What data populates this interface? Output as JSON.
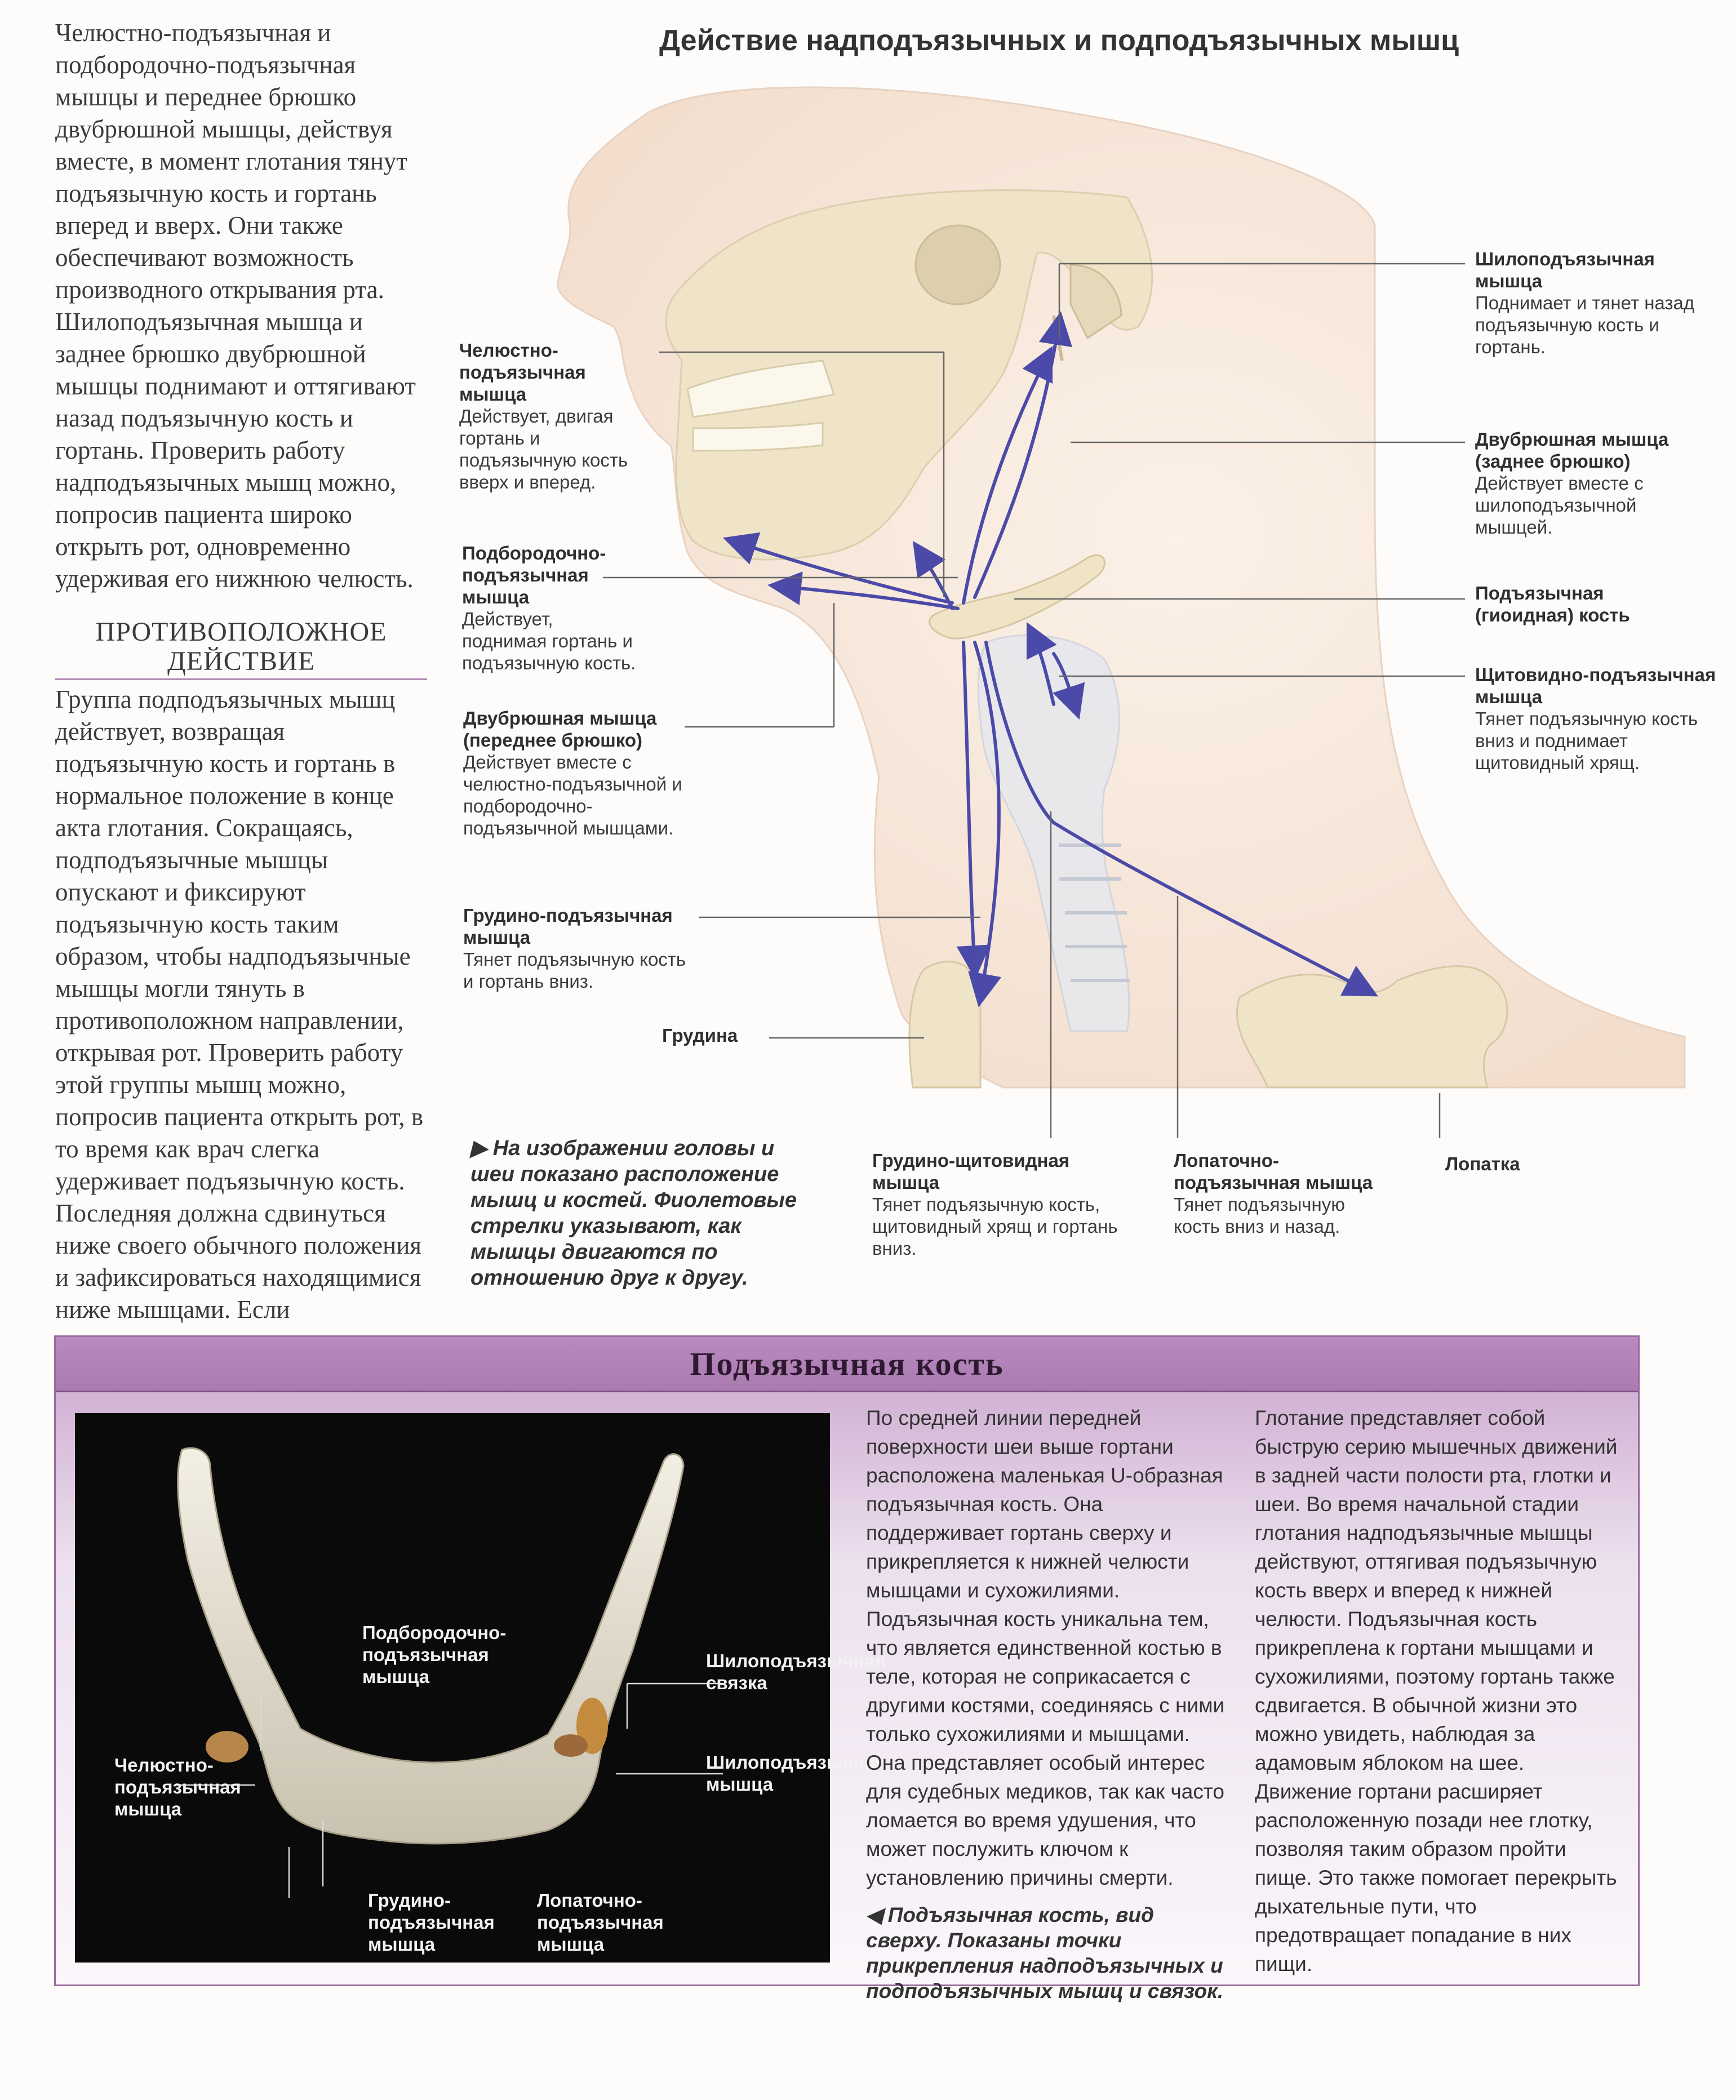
{
  "left_text": {
    "paragraph1": "Челюстно-подъязычная и подбородочно-подъязычная мышцы и переднее брюшко двубрюшной мышцы, действуя вместе, в момент глотания тянут подъязычную кость и гортань вперед и вверх. Они также обеспечивают возможность производного открывания рта. Шилоподъязычная мышца и заднее брюшко двубрюшной мышцы поднимают и оттягивают назад подъязычную кость и гортань. Проверить работу надподъязычных мышц можно, попросив пациента широко открыть рот, одновременно удерживая его нижнюю челюсть.",
    "heading": "ПРОТИВОПОЛОЖНОЕ ДЕЙСТВИЕ",
    "paragraph2": "Группа подподъязычных мышц действует, возвращая подъязычную кость и гортань в нормальное положение в конце акта глотания. Сокращаясь, подподъязычные мышцы опускают и фиксируют подъязычную кость таким образом, чтобы надподъязычные мышцы могли тянуть в противоположном направлении, открывая рот. Проверить работу этой группы мышц можно, попросив пациента открыть рот, в то время как врач слегка удерживает подъязычную кость. Последняя должна сдвинуться ниже своего обычного положения и зафиксироваться находящимися ниже мышцами. Если подподъязычные мышцы ослаблены, подъязычная кость поднимется вверх в результате действия вышележащих мышц, лишенных противодействия."
  },
  "figure": {
    "title": "Действие надподъязычных и подподъязычных мышц",
    "labels": {
      "mylohyoid": {
        "title": "Челюстно-подъязычная мышца",
        "desc": "Действует, двигая гортань и подъязычную кость вверх и вперед."
      },
      "geniohyoid": {
        "title": "Подбородочно-подъязычная мышца",
        "desc": "Действует, поднимая гортань и подъязычную кость."
      },
      "digastric_anterior": {
        "title": "Двубрюшная мышца (переднее брюшко)",
        "desc": "Действует вместе с челюстно-подъязычной и подбородочно-подъязычной мышцами."
      },
      "sternohyoid": {
        "title": "Грудино-подъязычная мышца",
        "desc": "Тянет подъязычную кость и гортань вниз."
      },
      "sternum": {
        "title": "Грудина"
      },
      "stylohyoid": {
        "title": "Шилоподъязычная мышца",
        "desc": "Поднимает и тянет назад подъязычную кость и гортань."
      },
      "digastric_posterior": {
        "title": "Двубрюшная мышца (заднее брюшко)",
        "desc": "Действует вместе с шилоподъязычной мышцей."
      },
      "hyoid_bone": {
        "title": "Подъязычная (гиоидная) кость"
      },
      "thyrohyoid": {
        "title": "Щитовидно-подъязычная мышца",
        "desc": "Тянет подъязычную кость вниз и поднимает щитовидный хрящ."
      },
      "sternothyroid": {
        "title": "Грудино-щитовидная мышца",
        "desc": "Тянет подъязычную кость, щитовидный хрящ и гортань вниз."
      },
      "omohyoid": {
        "title": "Лопаточно-подъязычная мышца",
        "desc": "Тянет подъязычную кость вниз и назад."
      },
      "scapula": {
        "title": "Лопатка"
      }
    },
    "caption": "▶ На изображении головы и шеи показано расположение мышц и костей. Фиолетовые стрелки указывают, как мышцы двигаются по отношению друг к другу."
  },
  "hyoid_box": {
    "title": "Подъязычная кость",
    "photo_labels": {
      "geniohyoid": "Подбородочно-подъязычная мышца",
      "mylohyoid": "Челюстно-подъязычная мышца",
      "sternohyoid": "Грудино-подъязычная мышца",
      "omohyoid": "Лопаточно-подъязычная мышца",
      "stylohyoid_ligament": "Шилоподъязычная связка",
      "stylohyoid_muscle": "Шилоподъязычная мышца"
    },
    "column1": "По средней линии передней поверхности шеи выше гортани расположена маленькая U-образная подъязычная кость. Она поддерживает гортань сверху и прикрепляется к нижней челюсти мышцами и сухожилиями. Подъязычная кость уникальна тем, что является единственной костью в теле, которая не соприкасается с другими костями, соединяясь с ними только сухожилиями и мышцами. Она представляет особый интерес для судебных медиков, так как часто ломается во время удушения, что может послужить ключом к установлению причины смерти.",
    "photo_caption": "◀ Подъязычная кость, вид сверху. Показаны точки прикрепления надподъязычных и подподъязычных мышц и связок.",
    "column2": "Глотание представляет собой быструю серию мышечных движений в задней части полости рта, глотки и шеи. Во время начальной стадии глотания надподъязычные мышцы действуют, оттягивая подъязычную кость вверх и вперед к нижней челюсти. Подъязычная кость прикреплена к гортани мышцами и сухожилиями, поэтому гортань также сдвигается. В обычной жизни это можно увидеть, наблюдая за адамовым яблоком на шее. Движение гортани расширяет расположенную позади нее глотку, позволяя таким образом пройти пище. Это также помогает перекрыть дыхательные пути, что предотвращает попадание в них пищи."
  },
  "colors": {
    "arrow": "#4b4aa8",
    "box_header": "#a97bb0",
    "bone": "#efe6cf",
    "skin": "#f7e9dd"
  }
}
